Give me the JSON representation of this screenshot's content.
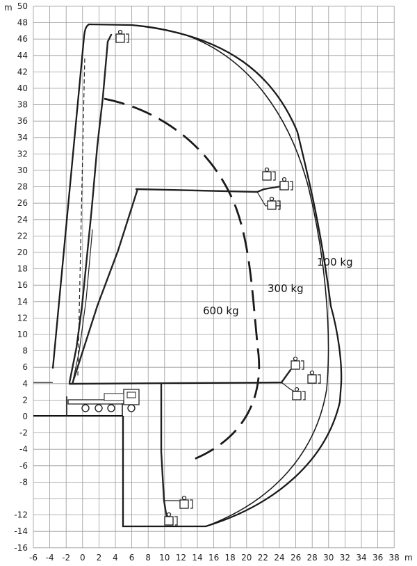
{
  "axes": {
    "x_unit": "m",
    "y_unit": "m",
    "x_ticks": [
      "-6",
      "-4",
      "-2",
      "0",
      "2",
      "4",
      "6",
      "8",
      "10",
      "12",
      "14",
      "16",
      "18",
      "20",
      "22",
      "24",
      "26",
      "28",
      "30",
      "32",
      "34",
      "36",
      "38"
    ],
    "y_ticks": [
      "50",
      "48",
      "46",
      "44",
      "42",
      "40",
      "38",
      "36",
      "34",
      "32",
      "30",
      "28",
      "26",
      "24",
      "22",
      "20",
      "18",
      "16",
      "14",
      "12",
      "10",
      "8",
      "6",
      "4",
      "2",
      "0",
      "-2",
      "-4",
      "-6",
      "-8",
      "-12",
      "-14",
      "-16"
    ]
  },
  "load_curves": [
    {
      "label": "100 kg",
      "style": "solid",
      "color": "#111111"
    },
    {
      "label": "300 kg",
      "style": "solid",
      "color": "#111111"
    },
    {
      "label": "600 kg",
      "style": "dashed",
      "color": "#111111"
    }
  ],
  "icons": [
    "platform-basket-icon",
    "truck-icon"
  ]
}
